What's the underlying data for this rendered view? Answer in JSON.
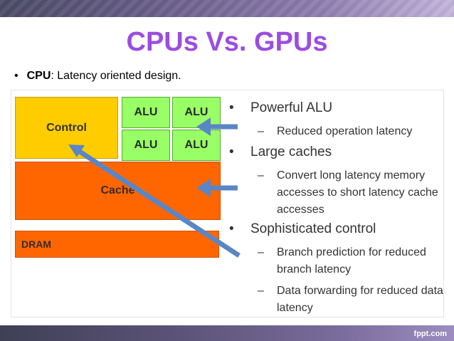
{
  "slide": {
    "title": "CPUs Vs. GPUs",
    "bullet": {
      "label": "CPU",
      "text": ": Latency oriented design."
    },
    "footer_logo": "fppt.com"
  },
  "diagram": {
    "blocks": {
      "control": "Control",
      "alu": [
        "ALU",
        "ALU",
        "ALU",
        "ALU"
      ],
      "cache": "Cache",
      "dram": "DRAM"
    },
    "colors": {
      "control": "#ffcc00",
      "alu": "#99ff66",
      "cache": "#ff6600",
      "dram": "#ff6600",
      "arrow": "#5b86c5"
    },
    "points": [
      {
        "text": "Powerful ALU",
        "subs": [
          "Reduced operation latency"
        ]
      },
      {
        "text": "Large caches",
        "subs": [
          "Convert long latency memory accesses to short latency cache accesses"
        ]
      },
      {
        "text": "Sophisticated control",
        "subs": [
          "Branch prediction for reduced branch latency",
          "Data forwarding for reduced data latency"
        ]
      }
    ]
  }
}
